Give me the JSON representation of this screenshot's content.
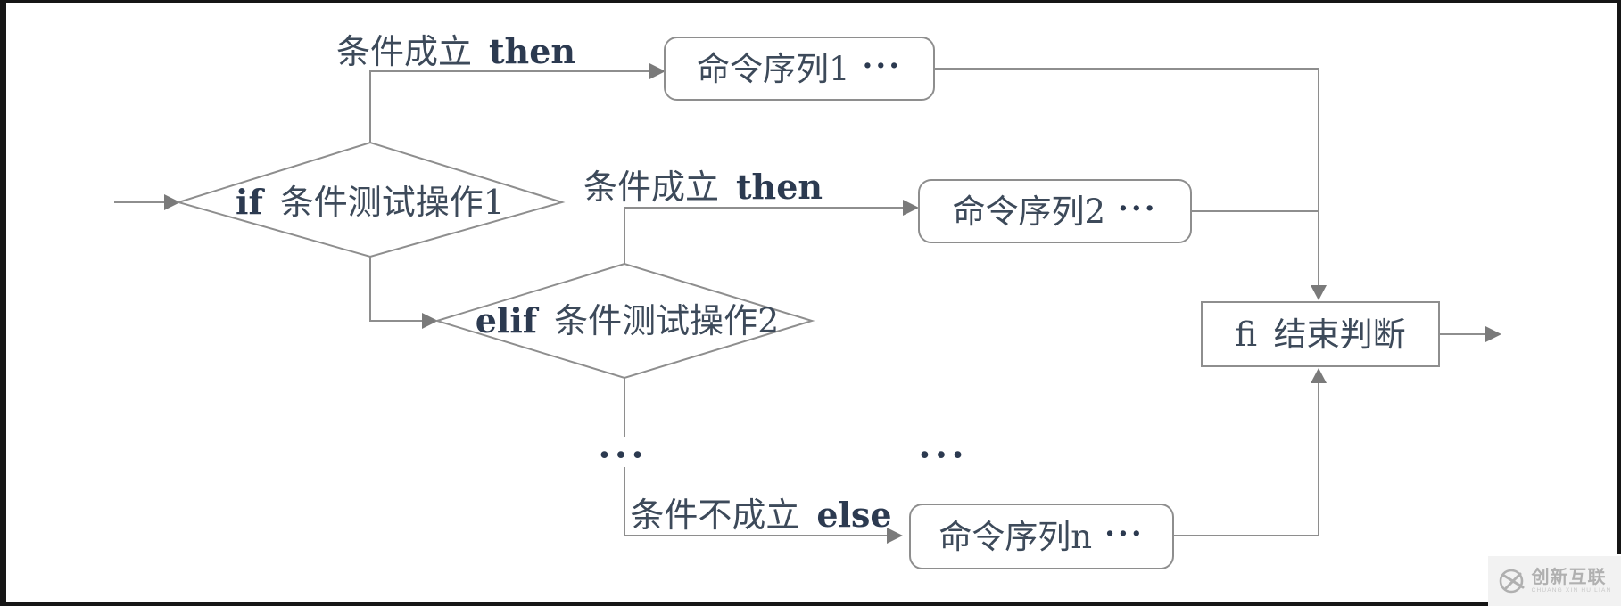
{
  "diagram": {
    "nodes": {
      "if_diamond": {
        "keyword": "if",
        "label": "条件测试操作1"
      },
      "elif_diamond": {
        "keyword": "elif",
        "label": "条件测试操作2"
      },
      "box1": {
        "label": "命令序列1",
        "ellipsis": "···"
      },
      "box2": {
        "label": "命令序列2",
        "ellipsis": "···"
      },
      "boxn": {
        "label": "命令序列n",
        "ellipsis": "···"
      },
      "fi_box": {
        "keyword": "fi",
        "label": "结束判断"
      }
    },
    "edges": {
      "then1": {
        "cn": "条件成立",
        "kw": "then"
      },
      "then2": {
        "cn": "条件成立",
        "kw": "then"
      },
      "else1": {
        "cn": "条件不成立",
        "kw": "else"
      }
    },
    "ellipsis_left": "···",
    "ellipsis_right": "···"
  },
  "watermark": {
    "brand": "创新互联",
    "sub": "CHUANG XIN HU LIAN"
  },
  "colors": {
    "line": "#8e8e8e",
    "text": "#3d4a5a",
    "keyword": "#2c3a50",
    "border": "#161616",
    "watermark_fg": "#b0b0b0"
  }
}
